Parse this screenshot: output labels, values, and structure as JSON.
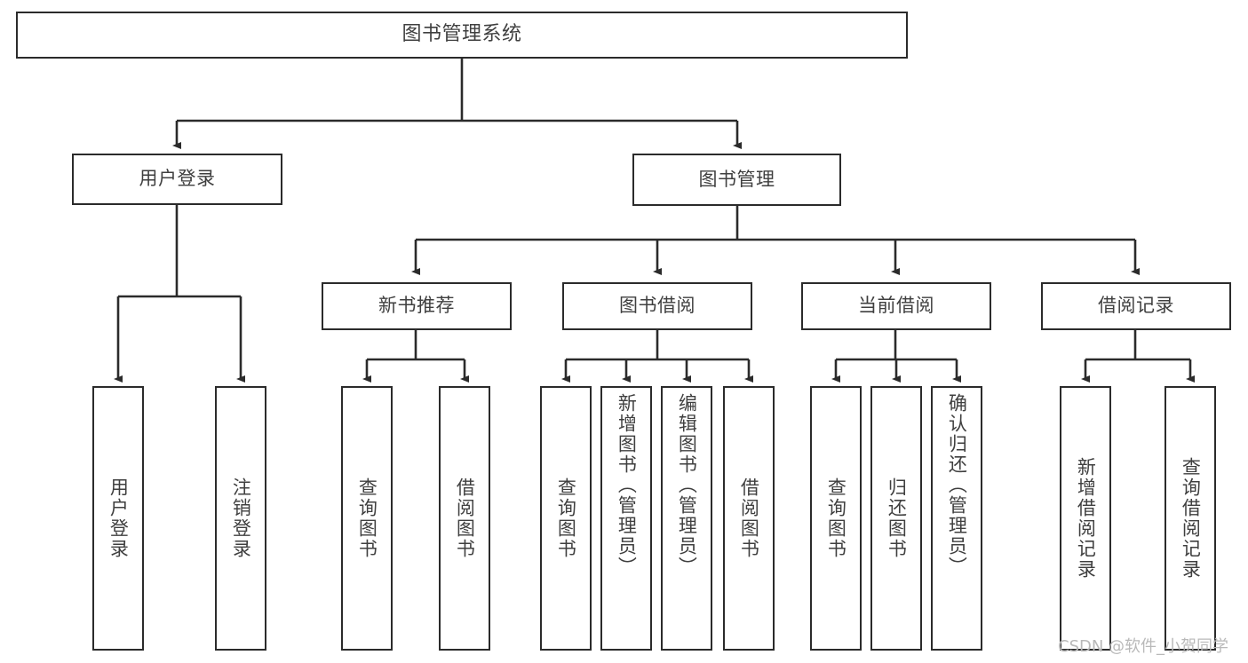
{
  "diagram": {
    "title": "图书管理系统",
    "type": "tree-hierarchy",
    "watermark": "CSDN @软件_小贺同学",
    "colors": {
      "box_stroke": "#2b2b2b",
      "box_fill": "#ffffff",
      "text": "#3f3f3f",
      "edge": "#2b2b2b",
      "watermark": "#b9b9b9"
    }
  },
  "nodes": {
    "root": {
      "label": "图书管理系统"
    },
    "level2": [
      {
        "label": "用户登录"
      },
      {
        "label": "图书管理"
      }
    ],
    "level3": [
      {
        "label": "新书推荐"
      },
      {
        "label": "图书借阅"
      },
      {
        "label": "当前借阅"
      },
      {
        "label": "借阅记录"
      }
    ],
    "leaves": {
      "user_login": [
        {
          "label": "用户登录"
        },
        {
          "label": "注销登录"
        }
      ],
      "new_book_recommend": [
        {
          "label": "查询图书"
        },
        {
          "label": "借阅图书"
        }
      ],
      "book_borrow": [
        {
          "label": "查询图书"
        },
        {
          "label": "新增图书（管理员）"
        },
        {
          "label": "编辑图书（管理员）"
        },
        {
          "label": "借阅图书"
        }
      ],
      "current_borrow": [
        {
          "label": "查询图书"
        },
        {
          "label": "归还图书"
        },
        {
          "label": "确认归还（管理员）"
        }
      ],
      "borrow_record": [
        {
          "label": "新增借阅记录"
        },
        {
          "label": "查询借阅记录"
        }
      ]
    }
  }
}
